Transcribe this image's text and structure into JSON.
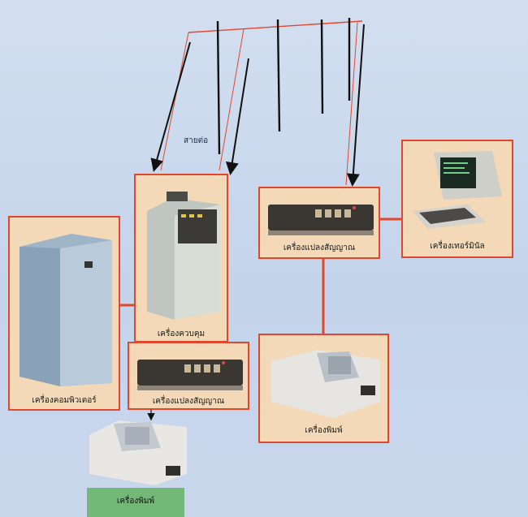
{
  "diagram": {
    "wire_label": "สายต่อ",
    "nodes": {
      "computer": {
        "label": "เครื่องคอมพิวเตอร์"
      },
      "controller": {
        "label": "เครื่องควบคุม"
      },
      "modem_left": {
        "label": "เครื่องแปลงสัญญาณ"
      },
      "modem_right": {
        "label": "เครื่องแปลงสัญญาณ"
      },
      "terminal": {
        "label": "เครื่องเทอร์มินัล"
      },
      "printer_right": {
        "label": "เครื่องพิมพ์"
      },
      "printer_bottom": {
        "label": "เครื่องพิมพ์"
      }
    },
    "colors": {
      "panel_fill": "#f3d9b7",
      "panel_border": "#e1472d",
      "connector_red": "#e1472d",
      "wire_dark": "#111111",
      "label_bar_green": "#74b878"
    }
  }
}
